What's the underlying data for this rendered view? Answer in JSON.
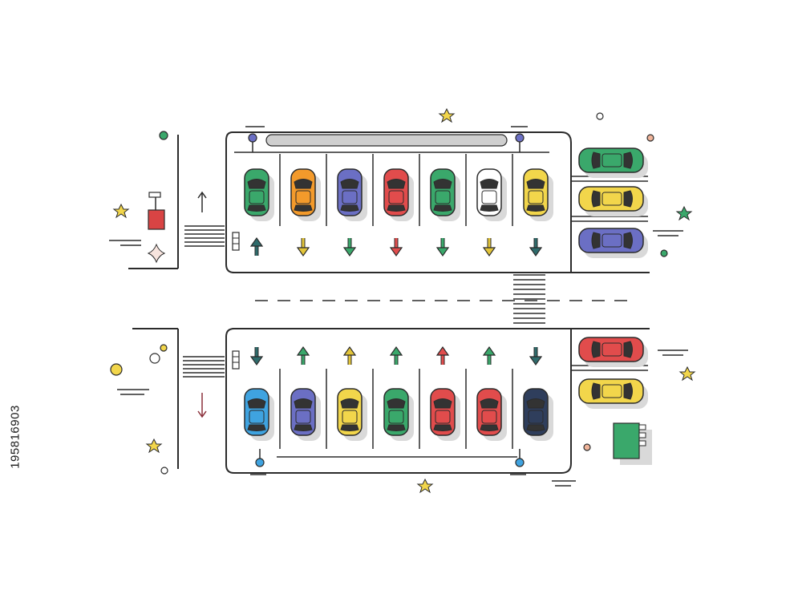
{
  "stock_id": "195816903",
  "palette": {
    "outline": "#2b2b2b",
    "shadow": "#d9d9d9",
    "green": "#3aa86b",
    "orange": "#f39a2b",
    "purple": "#6b6fc4",
    "red": "#e14c4c",
    "white": "#ffffff",
    "yellow": "#f2d64b",
    "blue": "#3fa3e0",
    "navy": "#2f3e5c",
    "teal": "#2e6b6b",
    "arrow_yellow": "#e3c53a",
    "sign_red": "#d94444",
    "sign_green": "#3aa86b",
    "star": "#f2d64b"
  },
  "top_lot": {
    "cars": [
      "green",
      "orange",
      "purple",
      "red",
      "green",
      "white",
      "yellow"
    ],
    "arrows": [
      {
        "direction": "up",
        "color": "teal"
      },
      {
        "direction": "down",
        "color": "arrow_yellow"
      },
      {
        "direction": "down",
        "color": "green"
      },
      {
        "direction": "down",
        "color": "red"
      },
      {
        "direction": "down",
        "color": "green"
      },
      {
        "direction": "down",
        "color": "arrow_yellow"
      },
      {
        "direction": "down",
        "color": "teal"
      }
    ]
  },
  "bottom_lot": {
    "cars": [
      "blue",
      "purple",
      "yellow",
      "green",
      "red",
      "red",
      "navy"
    ],
    "arrows": [
      {
        "direction": "down",
        "color": "teal"
      },
      {
        "direction": "up",
        "color": "green"
      },
      {
        "direction": "up",
        "color": "arrow_yellow"
      },
      {
        "direction": "up",
        "color": "green"
      },
      {
        "direction": "up",
        "color": "red"
      },
      {
        "direction": "up",
        "color": "green"
      },
      {
        "direction": "down",
        "color": "teal"
      }
    ]
  },
  "street_cars_top": [
    "green",
    "yellow",
    "purple"
  ],
  "street_cars_bottom": [
    "red",
    "yellow"
  ]
}
